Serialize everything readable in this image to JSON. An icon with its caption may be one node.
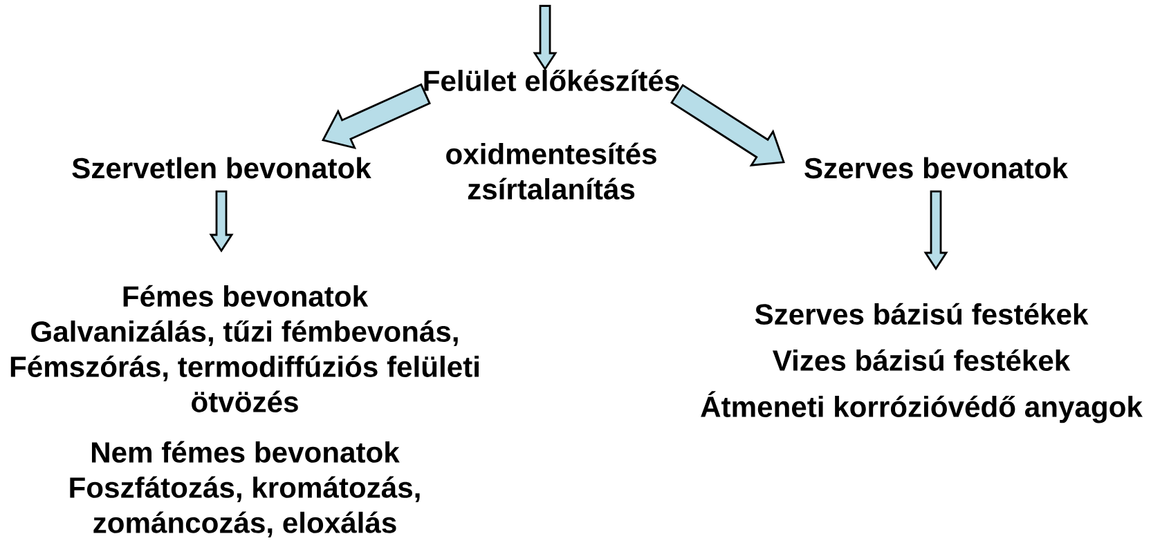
{
  "diagram": {
    "nodes": [
      {
        "text": [
          "Felület előkészítés",
          "oxidmentesítés zsírtalanítás"
        ]
      },
      {
        "text": [
          "Szervetlen bevonatok"
        ]
      },
      {
        "text": [
          "Szerves bevonatok"
        ]
      },
      {
        "text": [
          "Fémes bevonatok",
          "Galvanizálás, tűzi fémbevonás, Fémszórás, termodiffúziós felületi ötvözés",
          "Nem fémes bevonatok",
          "Foszfátozás, kromátozás, zománcozás, eloxálás"
        ]
      },
      {
        "text": [
          "Szerves bázisú festékek",
          "Vizes bázisú festékek",
          "Átmeneti korrózióvédő anyagok"
        ]
      }
    ],
    "edges": [
      {
        "from": null,
        "to": 0,
        "arrow": "to"
      },
      {
        "from": 0,
        "to": 1,
        "arrow": "to",
        "style": "thick"
      },
      {
        "from": 0,
        "to": 2,
        "arrow": "to",
        "style": "thick"
      },
      {
        "from": 1,
        "to": 3,
        "arrow": "to"
      },
      {
        "from": 2,
        "to": 4,
        "arrow": "to"
      }
    ]
  }
}
